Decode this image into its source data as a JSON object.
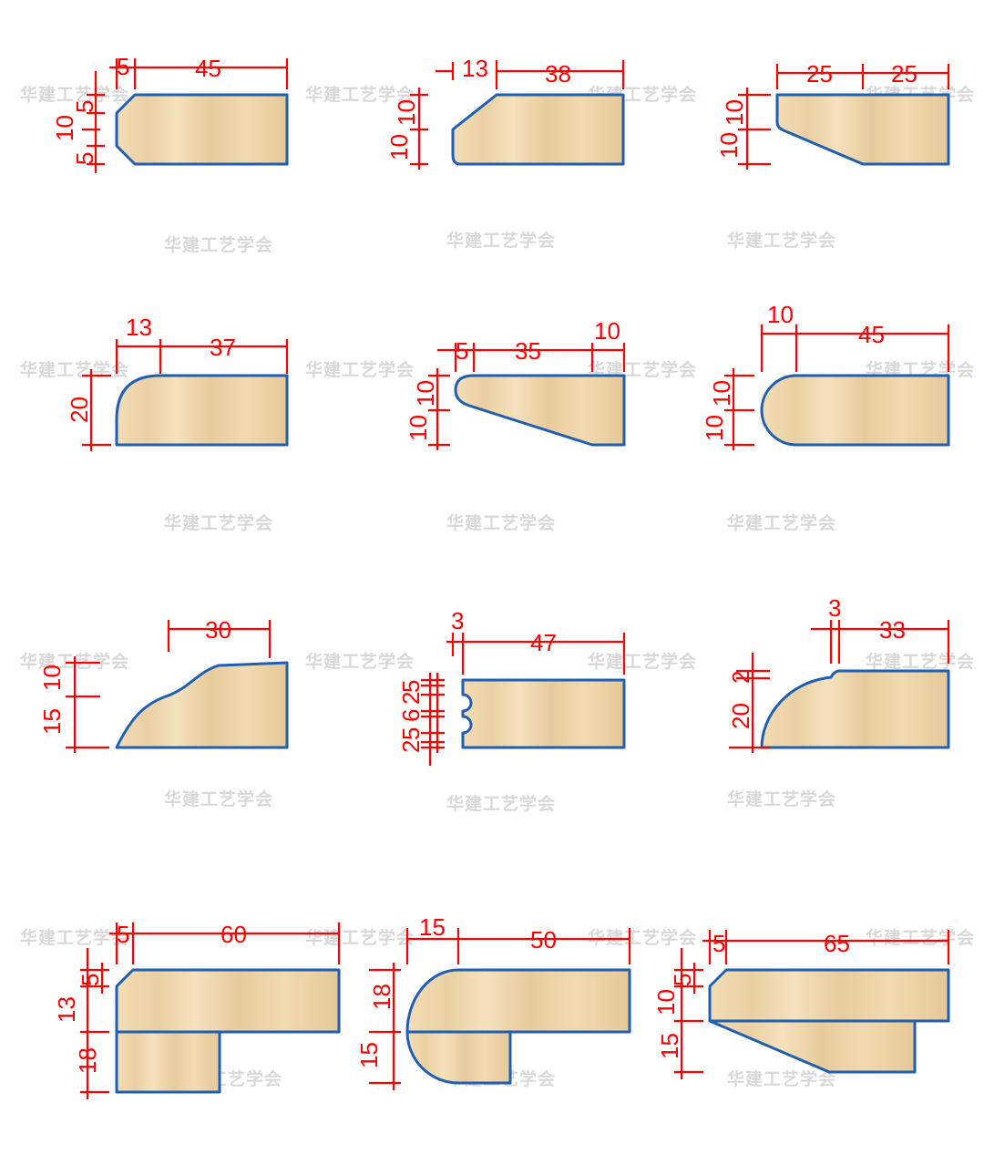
{
  "watermark": "华建工艺学会",
  "colors": {
    "dimension": "#ff0000",
    "outline": "#1f5fb0",
    "wood_light": "#f3dcb5",
    "wood_dark": "#e4c495",
    "watermark": "#d8d8d8"
  },
  "profiles": [
    {
      "id": "p1",
      "labels": [
        "5",
        "45",
        "10",
        "5",
        "5"
      ]
    },
    {
      "id": "p2",
      "labels": [
        "13",
        "38",
        "10",
        "10"
      ]
    },
    {
      "id": "p3",
      "labels": [
        "25",
        "25",
        "10",
        "10"
      ]
    },
    {
      "id": "p4",
      "labels": [
        "13",
        "37",
        "20"
      ]
    },
    {
      "id": "p5",
      "labels": [
        "5",
        "35",
        "10",
        "10",
        "10"
      ]
    },
    {
      "id": "p6",
      "labels": [
        "10",
        "45",
        "10",
        "10"
      ]
    },
    {
      "id": "p7",
      "labels": [
        "30",
        "10",
        "15"
      ]
    },
    {
      "id": "p8",
      "labels": [
        "3",
        "47",
        "5",
        "2",
        "6",
        "5",
        "2"
      ]
    },
    {
      "id": "p9",
      "labels": [
        "3",
        "33",
        "2",
        "20"
      ]
    },
    {
      "id": "p10",
      "labels": [
        "5",
        "60",
        "13",
        "5",
        "18"
      ]
    },
    {
      "id": "p11",
      "labels": [
        "15",
        "50",
        "18",
        "15"
      ]
    },
    {
      "id": "p12",
      "labels": [
        "5",
        "65",
        "10",
        "5",
        "15"
      ]
    }
  ]
}
